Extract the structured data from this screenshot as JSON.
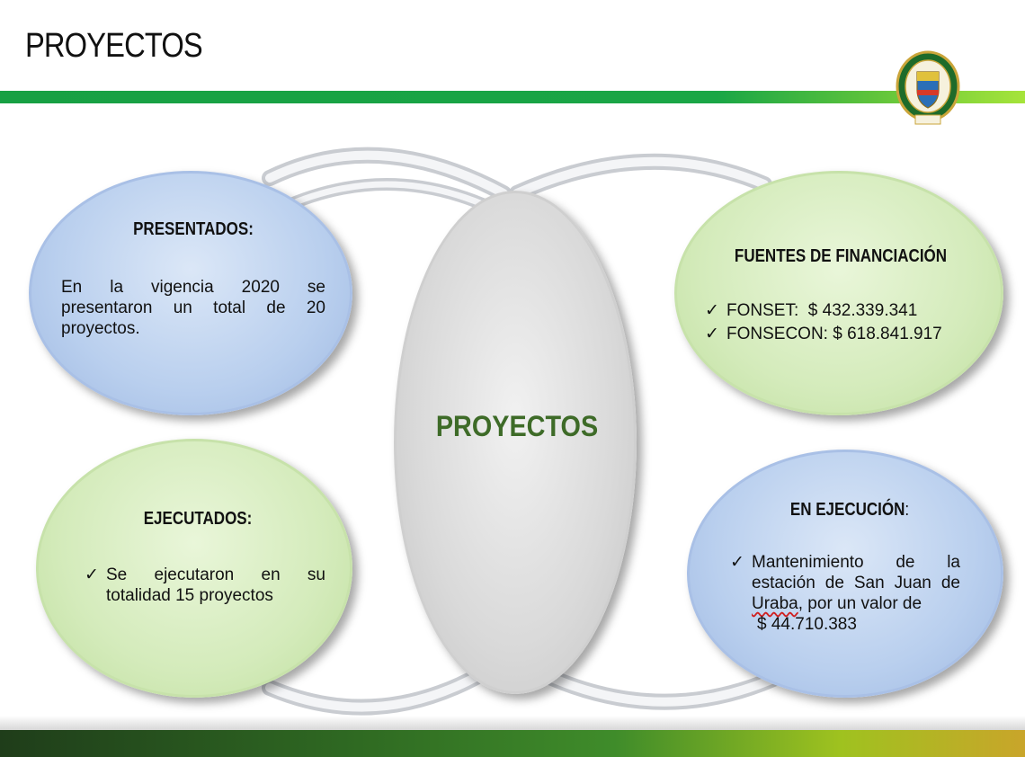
{
  "title": "PROYECTOS",
  "center": {
    "label": "PROYECTOS"
  },
  "presentados": {
    "heading": "PRESENTADOS:",
    "body": "En la vigencia 2020 se presentaron un total de 20 proyectos."
  },
  "ejecutados": {
    "heading": "EJECUTADOS:",
    "items": [
      "Se ejecutaron en su totalidad 15 proyectos"
    ]
  },
  "fuentes": {
    "heading": "FUENTES DE FINANCIACIÓN",
    "items": [
      "FONSET:  $ 432.339.341",
      "FONSECON: $ 618.841.917"
    ]
  },
  "en_ejecucion": {
    "heading": "EN EJECUCIÓN",
    "heading_suffix": ":",
    "item_part1": "Mantenimiento de la estación de San Juan de ",
    "item_underlined": "Uraba",
    "item_part2": ", por un valor de",
    "item_value": "$ 44.710.383"
  },
  "colors": {
    "title_bar": "#17a043",
    "blue_ellipse": "#b9cfee",
    "green_ellipse": "#d4ebbb",
    "grey_ellipse": "#d9d9d9",
    "center_text": "#3e6b28"
  },
  "icons": {
    "check": "✓",
    "emblem": "police-shield-emblem"
  }
}
